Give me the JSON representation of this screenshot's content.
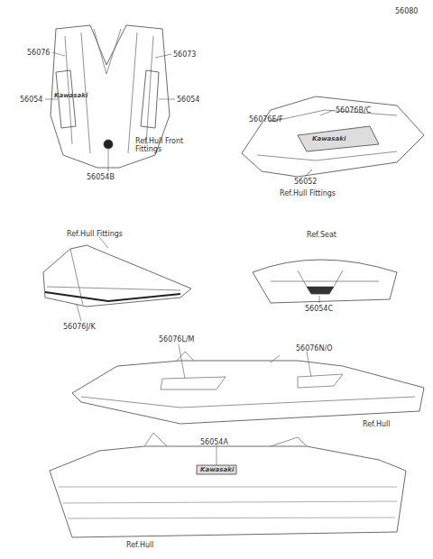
{
  "diagram": {
    "labels": [
      "56080",
      "56076",
      "56073",
      "56054",
      "56054",
      "Ref.Hull Front Fittings",
      "56054B",
      "56076B/C",
      "56076E/F",
      "56052",
      "Ref.Hull Fittings",
      "Ref.Hull Fittings",
      "56076J/K",
      "Ref.Seat",
      "56054C",
      "56076L/M",
      "56076N/O",
      "Ref.Hull",
      "56054A",
      "Ref.Hull",
      "Kawasaki",
      "Kawasaki",
      "Kawasaki"
    ]
  }
}
